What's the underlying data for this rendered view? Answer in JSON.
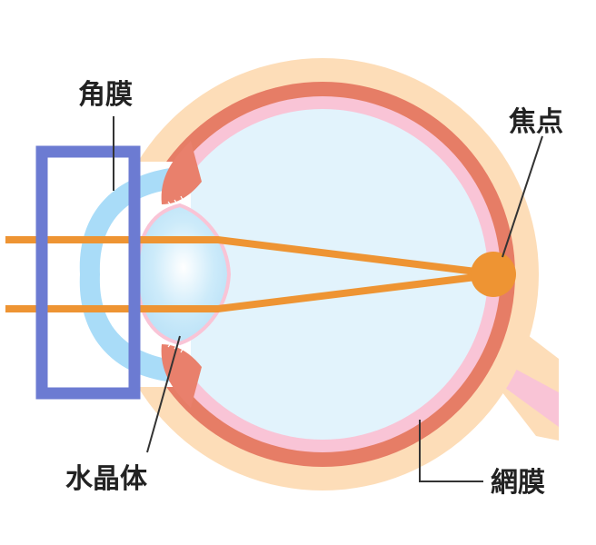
{
  "labels": {
    "cornea": "角膜",
    "lens": "水晶体",
    "focal_point": "焦点",
    "retina": "網膜"
  },
  "colors": {
    "sclera_outer": "#FDDDB8",
    "choroid": "#E67D66",
    "retina_layer": "#F9C4D6",
    "vitreous": "#E2F3FC",
    "cornea": "#A9DCF8",
    "lens": "#CDEBFA",
    "ciliary": "#E9806C",
    "light_ray": "#EE9433",
    "focal_point": "#EE9433",
    "frame": "#6C7BD2",
    "leader_line": "#333333"
  },
  "icons": {
    "focal_point": "circle-marker",
    "frame": "rectangle-outline"
  }
}
